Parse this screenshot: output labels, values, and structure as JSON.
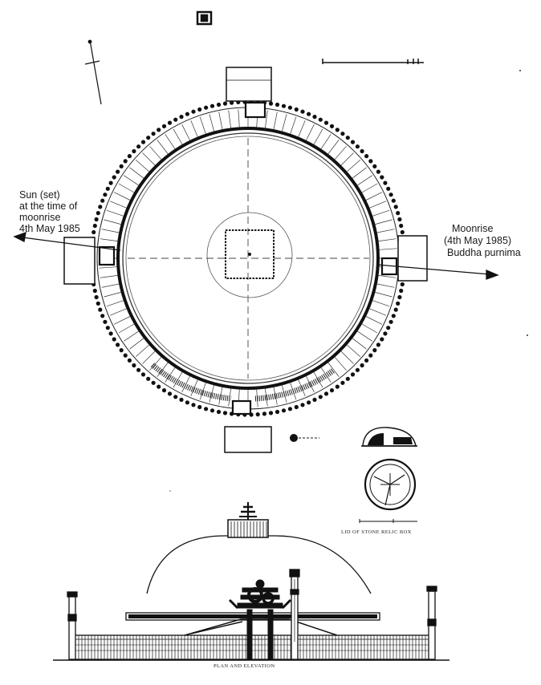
{
  "labels": {
    "sun_line1": "Sun (set)",
    "sun_line2": "at the time of",
    "sun_line3": "moonrise",
    "sun_line4": "4th May 1985",
    "moon_line1": "Moonrise",
    "moon_line2": "(4th May 1985)",
    "moon_line3": "Buddha purnima",
    "relic_caption": "LID OF STONE RELIC BOX",
    "bottom_caption": "PLAN AND ELEVATION"
  },
  "icons": {
    "north": "north-arrow-icon",
    "scale": "scale-bar-icon"
  }
}
